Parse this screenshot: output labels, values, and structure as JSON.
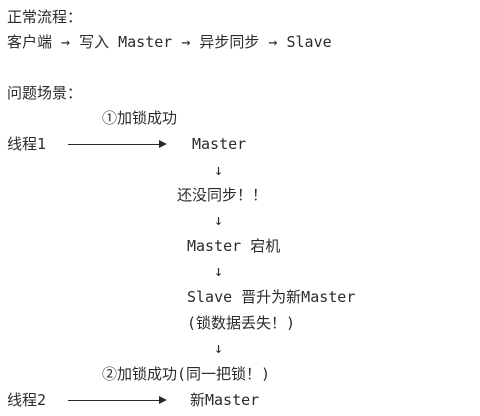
{
  "normal_flow": {
    "title": "正常流程：",
    "flow": "客户端 → 写入 Master → 异步同步 → Slave"
  },
  "problem": {
    "title": "问题场景：",
    "lock1_label": "①加锁成功",
    "thread1": "线程1",
    "master": "Master",
    "down_arrow": "↓",
    "not_synced": "还没同步！！",
    "master_down": "Master 宕机",
    "slave_promoted": "Slave 晋升为新Master",
    "lock_lost": "(锁数据丢失！)",
    "lock2_label": "②加锁成功(同一把锁！)",
    "thread2": "线程2",
    "new_master": "新Master"
  }
}
